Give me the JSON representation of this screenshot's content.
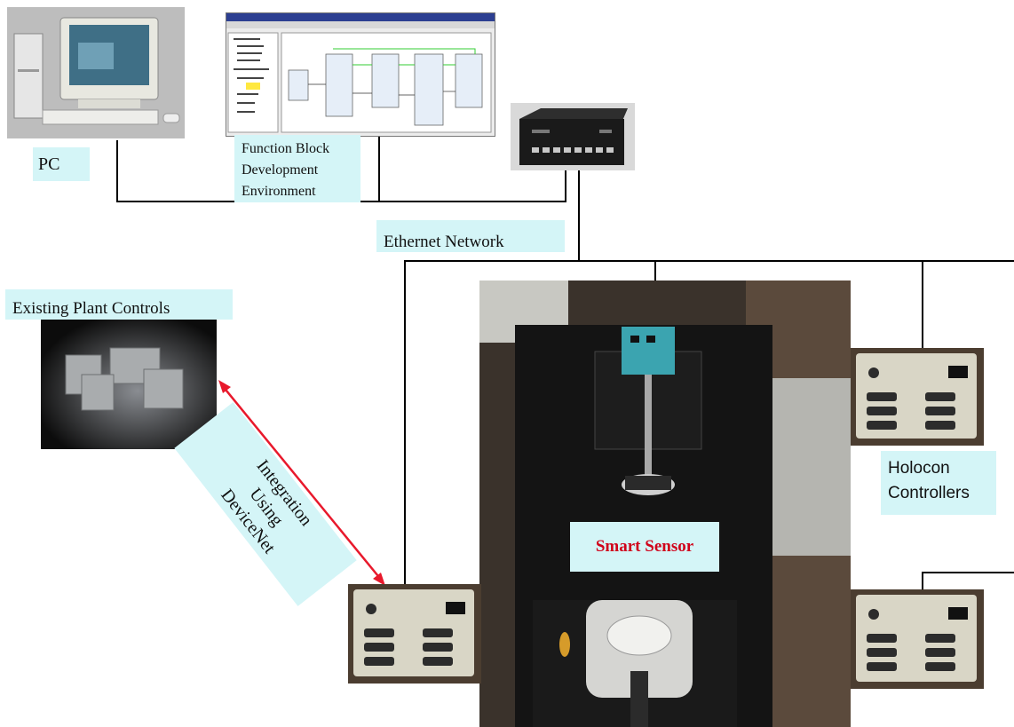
{
  "labels": {
    "pc": "PC",
    "fbde": "Function Block\nDevelopment\nEnvironment",
    "ethernet": "Ethernet Network",
    "existing": "Existing Plant Controls",
    "integration": "Integration\nUsing\nDeviceNet",
    "smart_sensor": "Smart Sensor",
    "holocon": "Holocon\nControllers"
  },
  "colors": {
    "label_bg": "#d4f5f7",
    "arrow": "#e8192c",
    "smart_sensor_text": "#d0021b"
  },
  "icons": {
    "pc": "desktop-computer-photo",
    "software": "software-window-screenshot",
    "switch": "ethernet-switch-photo",
    "plc": "plc-modules-photo",
    "controller": "holocon-controller-photo",
    "sensor": "smart-sensor-rig-photo"
  }
}
